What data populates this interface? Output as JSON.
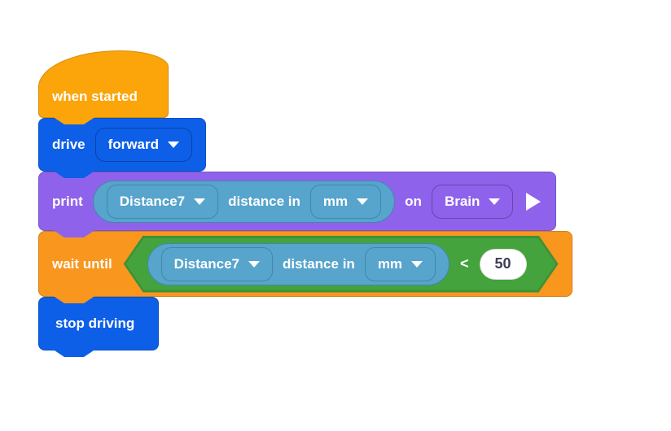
{
  "colors": {
    "events": "#FBA50A",
    "drive": "#0D5FE8",
    "print": "#8F62EC",
    "sensing": "#57A4CC",
    "sensing_outline": "#4487AB",
    "operators": "#44A33C",
    "operators_outline": "#3C9135",
    "control": "#F8961E",
    "input_bg": "#FFFFFF",
    "input_text": "#3D3D54",
    "label_text": "#FFFFFF"
  },
  "script": {
    "when_started": {
      "label": "when started"
    },
    "drive": {
      "label": "drive",
      "direction_value": "forward"
    },
    "print": {
      "label": "print",
      "on_label": "on",
      "device_value": "Brain",
      "sensor": {
        "device_value": "Distance7",
        "property_label": "distance in",
        "unit_value": "mm"
      }
    },
    "wait_until": {
      "label": "wait until",
      "condition": {
        "left": {
          "device_value": "Distance7",
          "property_label": "distance in",
          "unit_value": "mm"
        },
        "operator": "<",
        "right_value": "50"
      }
    },
    "stop_driving": {
      "label": "stop driving"
    }
  }
}
